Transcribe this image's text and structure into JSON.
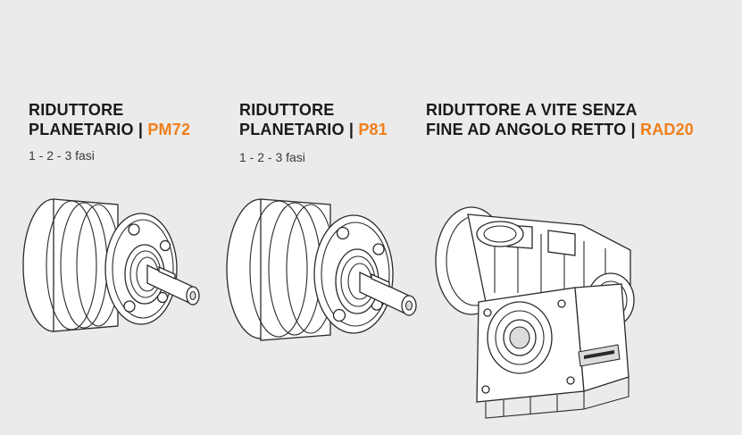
{
  "products": [
    {
      "title_line1": "RIDUTTORE",
      "title_line2": "PLANETARIO",
      "separator": "|",
      "code": "PM72",
      "subtitle": "1 - 2 - 3 fasi"
    },
    {
      "title_line1": "RIDUTTORE",
      "title_line2": "PLANETARIO",
      "separator": "|",
      "code": "P81",
      "subtitle": "1 - 2 - 3 fasi"
    },
    {
      "title_line1": "RIDUTTORE A VITE SENZA",
      "title_line2": "FINE AD ANGOLO RETTO",
      "separator": "|",
      "code": "RAD20"
    }
  ],
  "colors": {
    "background": "#ebebeb",
    "title_text": "#1a1a1a",
    "accent_code": "#f07f1a"
  },
  "icons": [
    "planetary-gearbox-illustration",
    "worm-gearbox-illustration"
  ]
}
